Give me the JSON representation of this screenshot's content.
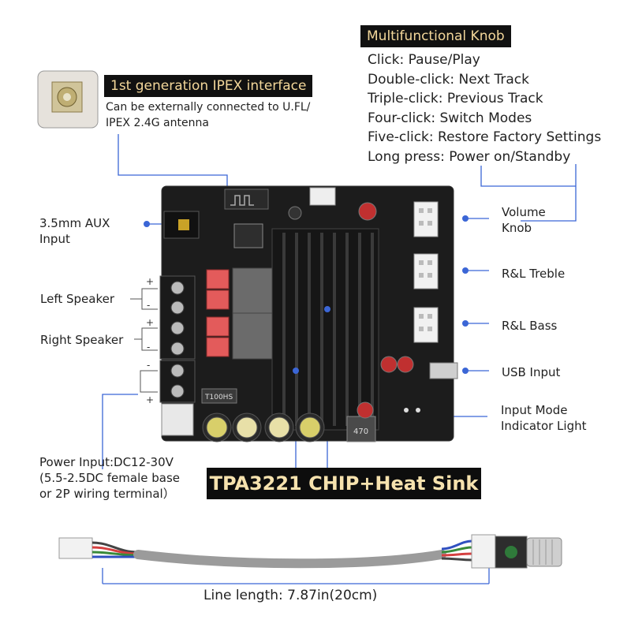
{
  "ipex": {
    "title": "1st generation IPEX interface",
    "desc_line1": "Can be externally connected to U.FL/",
    "desc_line2": "IPEX 2.4G antenna"
  },
  "knob": {
    "title": "Multifunctional Knob",
    "functions": [
      "Click: Pause/Play",
      "Double-click: Next Track",
      "Triple-click: Previous Track",
      "Four-click: Switch Modes",
      "Five-click: Restore Factory Settings",
      "Long press: Power on/Standby"
    ]
  },
  "left_labels": {
    "aux_line1": "3.5mm AUX",
    "aux_line2": "Input",
    "left_speaker": "Left Speaker",
    "right_speaker": "Right Speaker",
    "power_line1": "Power Input:DC12-30V",
    "power_line2": "(5.5-2.5DC female base",
    "power_line3": "or 2P wiring terminal）"
  },
  "right_labels": {
    "volume_line1": "Volume",
    "volume_line2": "Knob",
    "treble": "R&L Treble",
    "bass": "R&L Bass",
    "usb": "USB Input",
    "indicator_line1": "Input Mode",
    "indicator_line2": "Indicator Light"
  },
  "polarity": {
    "plus": "+",
    "minus": "-"
  },
  "board_marks": {
    "t100hs": "T100HS",
    "inductor": "470"
  },
  "chip_banner": "TPA3221 CHIP+Heat Sink",
  "cable": {
    "line_length": "Line length:  7.87in(20cm)"
  },
  "colors": {
    "banner_bg": "#111111",
    "banner_text": "#f3d79a",
    "dot_blue": "#3b66d6",
    "pcb": "#1c1c1c"
  }
}
